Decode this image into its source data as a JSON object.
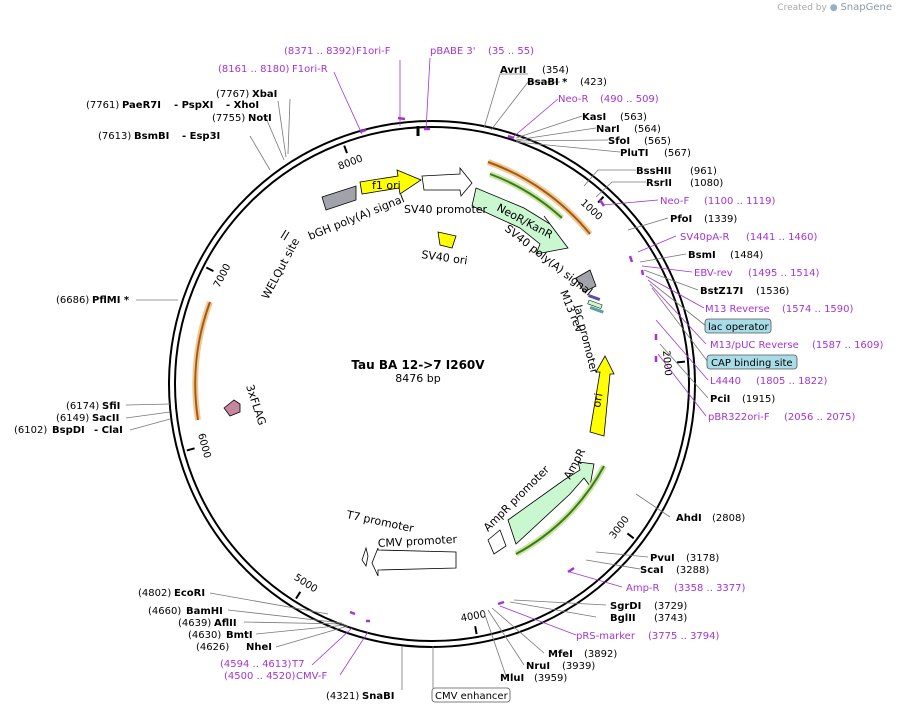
{
  "credit": {
    "created_by": "Created by",
    "brand": "SnapGene"
  },
  "plasmid": {
    "name": "Tau BA 12->7  I260V",
    "size": "8476 bp"
  },
  "colors": {
    "primer": "#a334d1",
    "gene_green": "#c9f7d0",
    "ori_yellow": "#ffff00",
    "ring": "#000000"
  },
  "ticks": [
    "1000",
    "2000",
    "3000",
    "4000",
    "5000",
    "6000",
    "7000",
    "8000"
  ],
  "features": {
    "f1_ori": "f1 ori",
    "sv40_promoter": "SV40 promoter",
    "neo": "NeoR/KanR",
    "sv40_polya": "SV40 poly(A) signal",
    "m13_rev": "M13 rev",
    "lac_promoter": "lac promoter",
    "ori": "ori",
    "ampr": "AmpR",
    "ampr_promoter": "AmpR promoter",
    "cmv_promoter": "CMV promoter",
    "t7_promoter": "T7 promoter",
    "flag": "3xFLAG",
    "welqut": "WELQut site",
    "bgh": "bGH poly(A) signal",
    "sv40_ori": "SV40 ori"
  },
  "sites": {
    "avrII": {
      "name": "AvrII",
      "pos": "(354)"
    },
    "bsaBI": {
      "name": "BsaBI *",
      "pos": "(423)"
    },
    "kasI": {
      "name": "KasI",
      "pos": "(563)"
    },
    "narI": {
      "name": "NarI",
      "pos": "(564)"
    },
    "sfoI": {
      "name": "SfoI",
      "pos": "(565)"
    },
    "pluTI": {
      "name": "PluTI",
      "pos": "(567)"
    },
    "bssHII": {
      "name": "BssHII",
      "pos": "(961)"
    },
    "rsrII": {
      "name": "RsrII",
      "pos": "(1080)"
    },
    "pfoI": {
      "name": "PfoI",
      "pos": "(1339)"
    },
    "bsmI": {
      "name": "BsmI",
      "pos": "(1484)"
    },
    "bstZ17I": {
      "name": "BstZ17I",
      "pos": "(1536)"
    },
    "pciI": {
      "name": "PciI",
      "pos": "(1915)"
    },
    "ahdI": {
      "name": "AhdI",
      "pos": "(2808)"
    },
    "pvuI": {
      "name": "PvuI",
      "pos": "(3178)"
    },
    "scaI": {
      "name": "ScaI",
      "pos": "(3288)"
    },
    "sgrDI": {
      "name": "SgrDI",
      "pos": "(3729)"
    },
    "bglII": {
      "name": "BglII",
      "pos": "(3743)"
    },
    "mfeI": {
      "name": "MfeI",
      "pos": "(3892)"
    },
    "nruI": {
      "name": "NruI",
      "pos": "(3939)"
    },
    "mluI": {
      "name": "MluI",
      "pos": "(3959)"
    },
    "snaBI": {
      "name": "SnaBI",
      "pos": "(4321)"
    },
    "ecoRI": {
      "name": "EcoRI",
      "pos": "(4802)"
    },
    "bamHI": {
      "name": "BamHI",
      "pos": "(4660)"
    },
    "aflII": {
      "name": "AflII",
      "pos": "(4639)"
    },
    "bmtI": {
      "name": "BmtI",
      "pos": "(4630)"
    },
    "nheI": {
      "name": "NheI",
      "pos": "(4626)"
    },
    "sfiI": {
      "name": "SfiI",
      "pos": "(6174)"
    },
    "sacII": {
      "name": "SacII",
      "pos": "(6149)"
    },
    "bspDI": {
      "name": "BspDI",
      "pos": "(6102)"
    },
    "claI": {
      "name": "- ClaI"
    },
    "pflMI": {
      "name": "PflMI *",
      "pos": "(6686)"
    },
    "bsmBI": {
      "name": "BsmBI",
      "pos": "(7613)"
    },
    "esp3I": {
      "name": "- Esp3I"
    },
    "notI": {
      "name": "NotI",
      "pos": "(7755)"
    },
    "paeR7I": {
      "name": "PaeR7I",
      "pos": "(7761)"
    },
    "pspXI": {
      "name": "- PspXI"
    },
    "xhoI": {
      "name": "- XhoI"
    },
    "xbaI": {
      "name": "XbaI",
      "pos": "(7767)"
    }
  },
  "primers": {
    "f1ori_f": {
      "name": "F1ori-F",
      "range": "(8371 .. 8392)"
    },
    "f1ori_r": {
      "name": "F1ori-R",
      "range": "(8161 .. 8180)"
    },
    "pbabe3": {
      "name": "pBABE 3'",
      "range": "(35 .. 55)"
    },
    "neo_r": {
      "name": "Neo-R",
      "range": "(490 .. 509)"
    },
    "neo_f": {
      "name": "Neo-F",
      "range": "(1100 .. 1119)"
    },
    "sv40pa_r": {
      "name": "SV40pA-R",
      "range": "(1441 .. 1460)"
    },
    "ebv_rev": {
      "name": "EBV-rev",
      "range": "(1495 .. 1514)"
    },
    "m13_reverse": {
      "name": "M13 Reverse",
      "range": "(1574 .. 1590)"
    },
    "m13_puc_reverse": {
      "name": "M13/pUC Reverse",
      "range": "(1587 .. 1609)"
    },
    "l4440": {
      "name": "L4440",
      "range": "(1805 .. 1822)"
    },
    "pbr322ori_f": {
      "name": "pBR322ori-F",
      "range": "(2056 .. 2075)"
    },
    "amp_r": {
      "name": "Amp-R",
      "range": "(3358 .. 3377)"
    },
    "prs_marker": {
      "name": "pRS-marker",
      "range": "(3775 .. 3794)"
    },
    "t7": {
      "name": "T7",
      "range": "(4594 .. 4613)"
    },
    "cmv_f": {
      "name": "CMV-F",
      "range": "(4500 .. 4520)"
    }
  },
  "boxed": {
    "lac_operator": "lac operator",
    "cap_site": "CAP binding site",
    "cmv_enhancer": "CMV enhancer"
  }
}
